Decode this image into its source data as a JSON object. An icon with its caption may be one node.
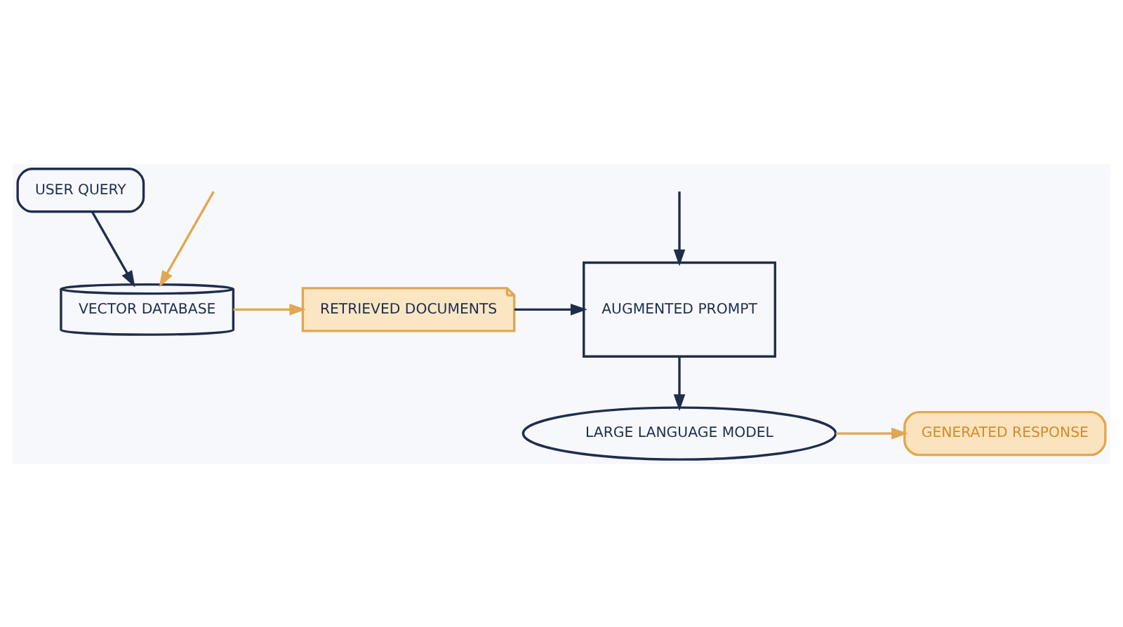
{
  "diagram": {
    "nodes": [
      {
        "text": [
          "USER QUERY"
        ]
      },
      {
        "text": [
          "VECTOR DATABASE"
        ]
      },
      {
        "text": [
          "RETRIEVED DOCUMENTS"
        ]
      },
      {
        "text": [
          "AUGMENTED PROMPT"
        ]
      },
      {
        "text": [
          "LARGE LANGUAGE MODEL"
        ]
      },
      {
        "text": [
          "GENERATED RESPONSE"
        ]
      }
    ],
    "edges": [
      {
        "from": 0,
        "to": 1,
        "arrow": "to"
      },
      {
        "from": 1,
        "to": 2,
        "arrow": "to",
        "color": "#e2a74f"
      },
      {
        "from": 2,
        "to": 3,
        "arrow": "to"
      },
      {
        "from": 3,
        "to": 4,
        "arrow": "to"
      },
      {
        "from": 4,
        "to": 5,
        "arrow": "to",
        "color": "#e2a74f"
      },
      {
        "from": null,
        "to": 1,
        "arrow": "to",
        "color": "#e2a74f"
      },
      {
        "from": null,
        "to": 3,
        "arrow": "to"
      }
    ]
  }
}
